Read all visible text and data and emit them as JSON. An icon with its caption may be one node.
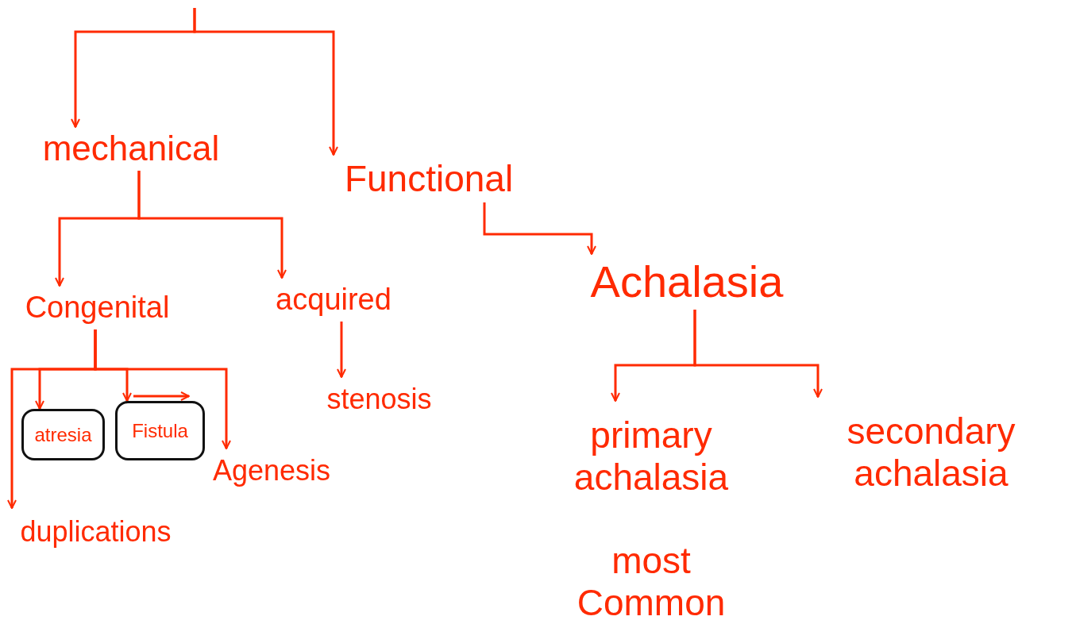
{
  "diagram": {
    "nodes": [
      {
        "text": [
          "mechanical"
        ]
      },
      {
        "text": [
          "Functional"
        ]
      },
      {
        "text": [
          "Congenital"
        ]
      },
      {
        "text": [
          "acquired"
        ]
      },
      {
        "text": [
          "atresia"
        ]
      },
      {
        "text": [
          "Fistula"
        ]
      },
      {
        "text": [
          "Agenesis"
        ]
      },
      {
        "text": [
          "duplications"
        ]
      },
      {
        "text": [
          "stenosis"
        ]
      },
      {
        "text": [
          "Achalasia"
        ]
      },
      {
        "text": [
          "primary achalasia"
        ],
        "beside": [
          "most Common"
        ]
      },
      {
        "text": [
          "secondary achalasia"
        ]
      }
    ],
    "edges": [
      {
        "from": null,
        "to": 0,
        "arrow": "to"
      },
      {
        "from": null,
        "to": 1,
        "arrow": "to"
      },
      {
        "from": 0,
        "to": 2,
        "arrow": "to"
      },
      {
        "from": 0,
        "to": 3,
        "arrow": "to"
      },
      {
        "from": 1,
        "to": 9,
        "arrow": "to"
      },
      {
        "from": 2,
        "to": 4,
        "arrow": "to"
      },
      {
        "from": 2,
        "to": 5,
        "arrow": "to"
      },
      {
        "from": 2,
        "to": 6,
        "arrow": "to"
      },
      {
        "from": 2,
        "to": 7,
        "arrow": "to"
      },
      {
        "from": 3,
        "to": 8,
        "arrow": "to"
      },
      {
        "from": 9,
        "to": 10,
        "arrow": "to"
      },
      {
        "from": 9,
        "to": 11,
        "arrow": "to"
      }
    ]
  }
}
